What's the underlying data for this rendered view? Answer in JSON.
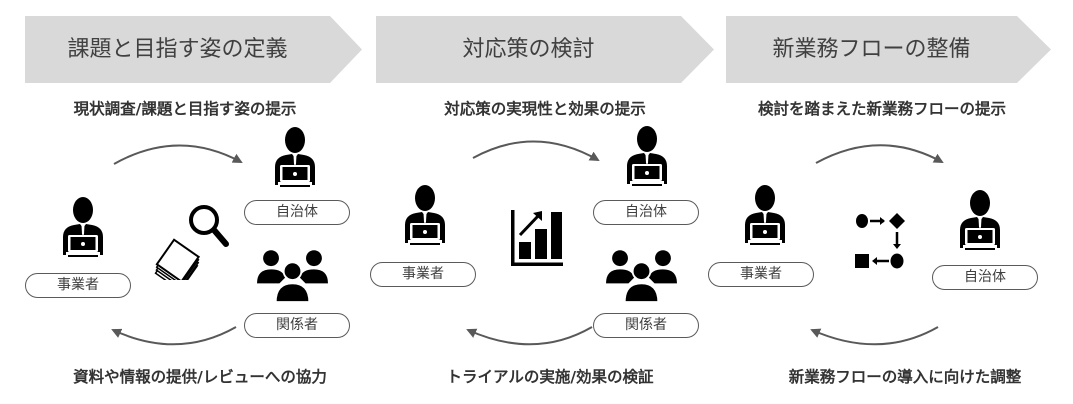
{
  "stages": [
    {
      "title": "課題と目指す姿の定義",
      "top_caption": "現状調査/課題と目指す姿の提示",
      "bottom_caption": "資料や情報の提供/レビューへの協力",
      "roles": {
        "business": "事業者",
        "municipality": "自治体",
        "stakeholders": "関係者"
      },
      "center_icon": "magnifier-documents-icon"
    },
    {
      "title": "対応策の検討",
      "top_caption": "対応策の実現性と効果の提示",
      "bottom_caption": "トライアルの実施/効果の検証",
      "roles": {
        "business": "事業者",
        "municipality": "自治体",
        "stakeholders": "関係者"
      },
      "center_icon": "growth-chart-icon"
    },
    {
      "title": "新業務フローの整備",
      "top_caption": "検討を踏まえた新業務フローの提示",
      "bottom_caption": "新業務フローの導入に向けた調整",
      "roles": {
        "business": "事業者",
        "municipality": "自治体"
      },
      "center_icon": "workflow-icon"
    }
  ],
  "colors": {
    "chevron_fill": "#d9d9d9",
    "text_dark": "#333333",
    "arrow": "#595959",
    "icon": "#000000"
  }
}
